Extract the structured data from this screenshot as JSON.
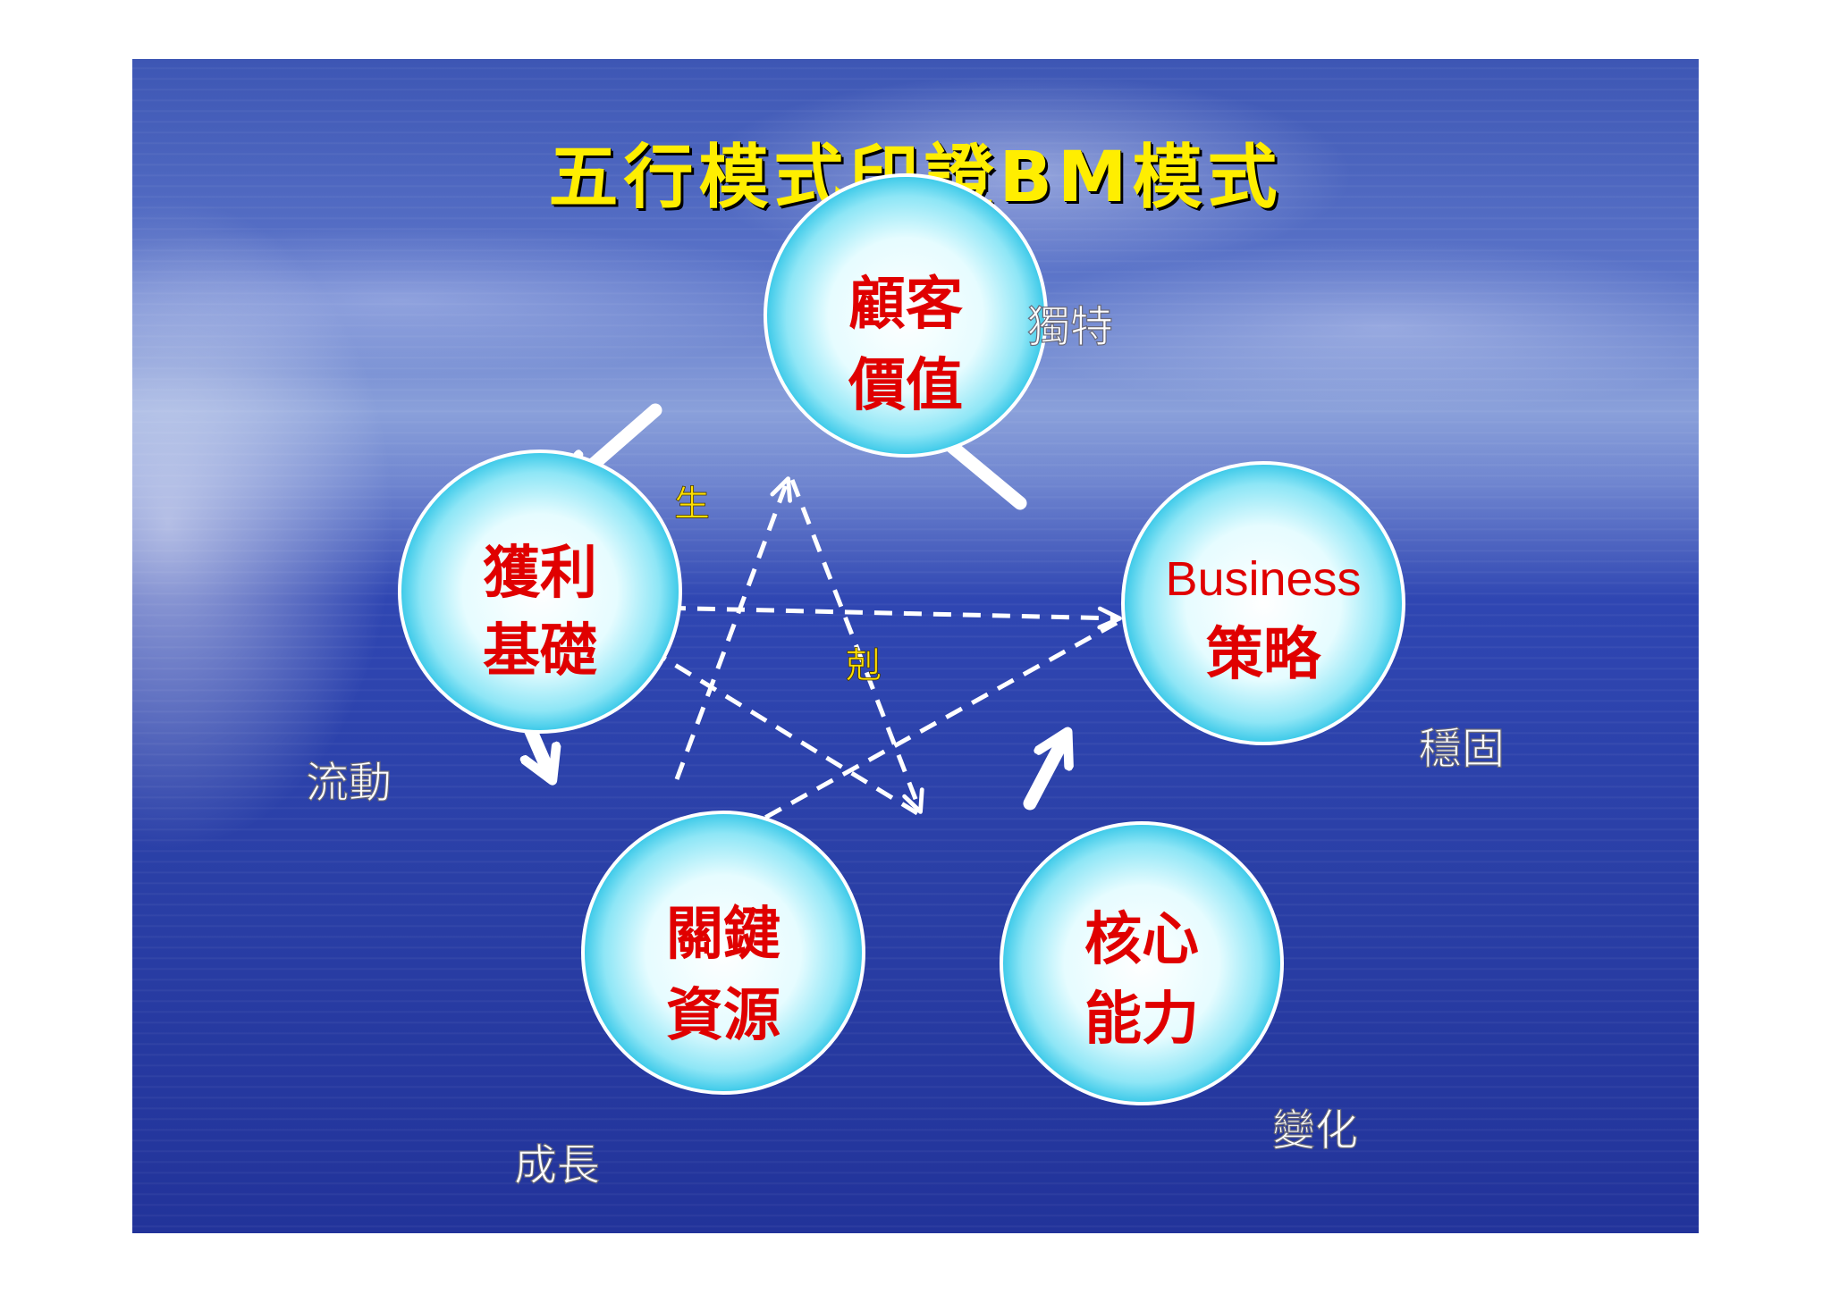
{
  "title": "五行模式印證BM模式",
  "colors": {
    "title": "#ffee00",
    "node_text": "#e00000",
    "node_fill": "#bff6ff",
    "side_text": "#ffffff",
    "relation_text": "#ffe000",
    "arrow": "#ffffff"
  },
  "nodes": {
    "customer_value": {
      "line1": "顧客",
      "line2": "價值",
      "trait": "獨特"
    },
    "profit_basis": {
      "line1": "獲利",
      "line2": "基礎",
      "trait": "流動"
    },
    "business_strategy": {
      "line1": "Business",
      "line2": "策略",
      "trait": "穩固"
    },
    "key_resources": {
      "line1": "關鍵",
      "line2": "資源",
      "trait": "成長"
    },
    "core_competence": {
      "line1": "核心",
      "line2": "能力",
      "trait": "變化"
    }
  },
  "relations": {
    "generate": "生",
    "restrain": "剋"
  }
}
